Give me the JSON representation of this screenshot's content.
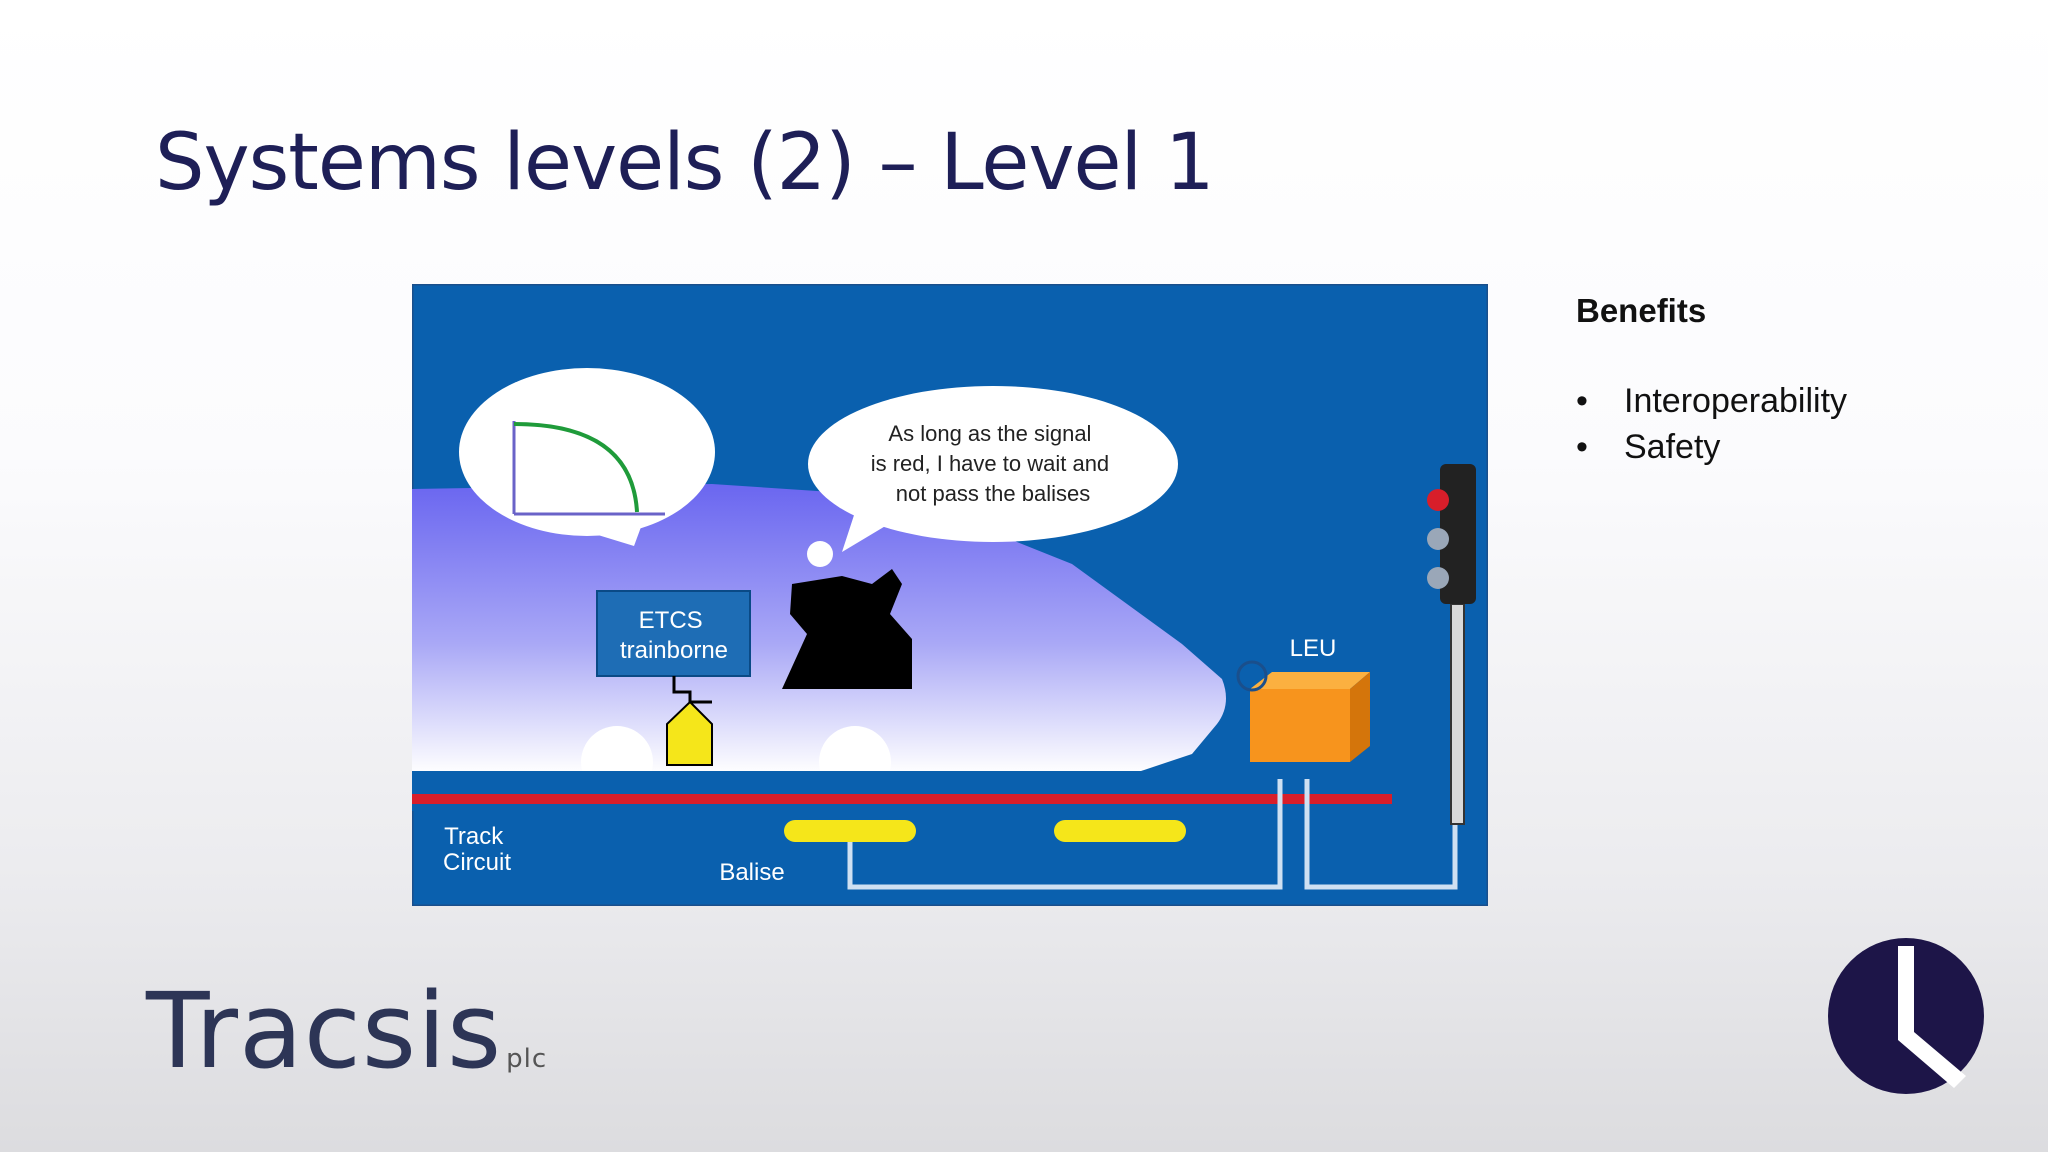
{
  "slide": {
    "title": "Systems levels (2) – Level 1"
  },
  "diagram": {
    "speech_text": [
      "As long as the signal",
      "is red, I have to wait and",
      "not pass the balises"
    ],
    "etcs_label": [
      "ETCS",
      "trainborne"
    ],
    "leu_label": "LEU",
    "track_circuit_label": [
      "Track",
      "Circuit"
    ],
    "balise_label": "Balise",
    "colors": {
      "background": "#0a60ae",
      "rail": "#d81e2a",
      "balise": "#f5e61a",
      "leu": "#f7941d",
      "curve": "#1f9b3a"
    }
  },
  "benefits": {
    "heading": "Benefits",
    "items": [
      {
        "bullet": "•",
        "text": "Interoperability"
      },
      {
        "bullet": "•",
        "text": "Safety"
      }
    ]
  },
  "branding": {
    "logo_text": "Tracsis",
    "logo_suffix": "plc",
    "mark_icon": "tracsis-mark-icon"
  }
}
